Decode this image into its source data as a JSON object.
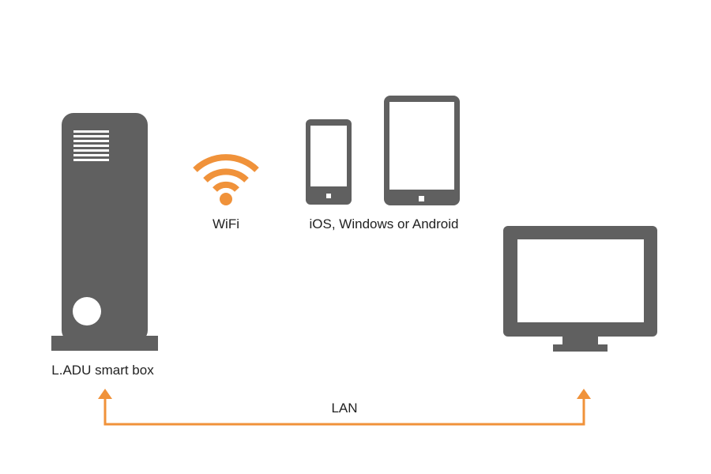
{
  "labels": {
    "smart_box": "L.ADU smart box",
    "wifi": "WiFi",
    "devices": "iOS, Windows or Android",
    "lan": "LAN"
  },
  "colors": {
    "device_gray": "#606060",
    "accent_orange": "#f0923a"
  }
}
